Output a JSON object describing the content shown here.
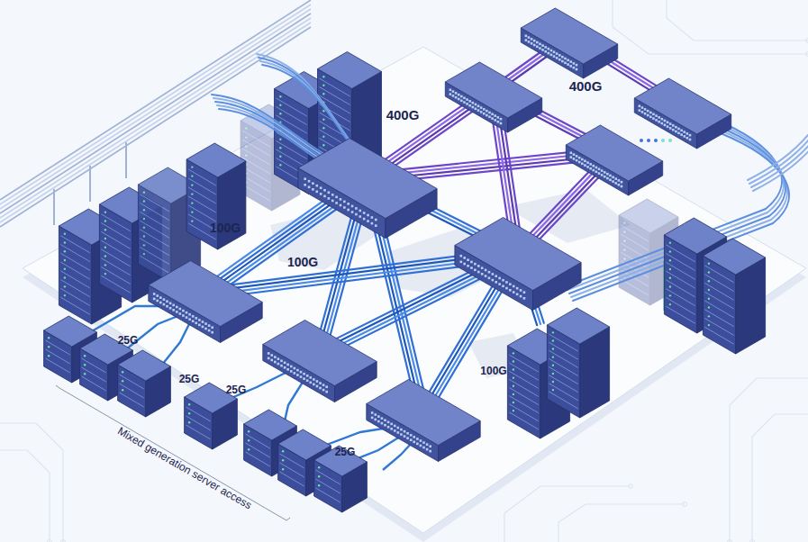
{
  "diagram": {
    "labels": [
      "400G",
      "400G",
      "100G",
      "100G",
      "100G",
      "25G",
      "25G",
      "25G",
      "25G",
      "Mixed generation server access"
    ]
  }
}
